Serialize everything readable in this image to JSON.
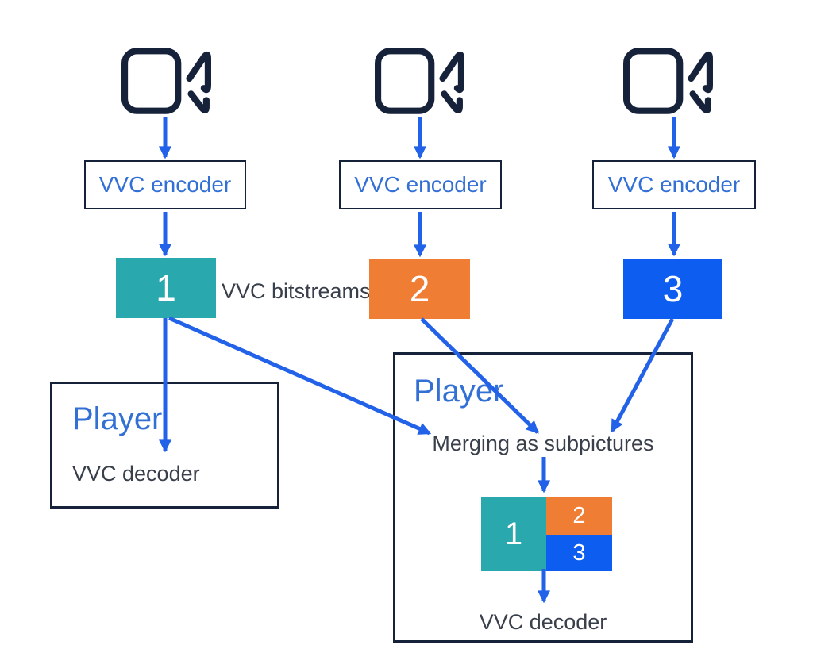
{
  "colors": {
    "navy_outline": "#16213A",
    "arrow_blue": "#2262E8",
    "text_blue": "#3370D6",
    "dark_text": "#3A404B",
    "stream1_teal": "#29A9AE",
    "stream2_orange": "#EF7D33",
    "stream3_blue": "#0D5EF0"
  },
  "encoders": [
    {
      "label": "VVC encoder"
    },
    {
      "label": "VVC encoder"
    },
    {
      "label": "VVC encoder"
    }
  ],
  "bitstreams": {
    "caption": "VVC bitstreams",
    "items": [
      {
        "id": "1",
        "color": "#29A9AE"
      },
      {
        "id": "2",
        "color": "#EF7D33"
      },
      {
        "id": "3",
        "color": "#0D5EF0"
      }
    ]
  },
  "player_left": {
    "title": "Player",
    "decoder_label": "VVC decoder"
  },
  "player_right": {
    "title": "Player",
    "merge_label": "Merging as subpictures",
    "decoder_label": "VVC decoder",
    "subpictures": [
      {
        "id": "1",
        "color": "#29A9AE"
      },
      {
        "id": "2",
        "color": "#EF7D33"
      },
      {
        "id": "3",
        "color": "#0D5EF0"
      }
    ]
  }
}
